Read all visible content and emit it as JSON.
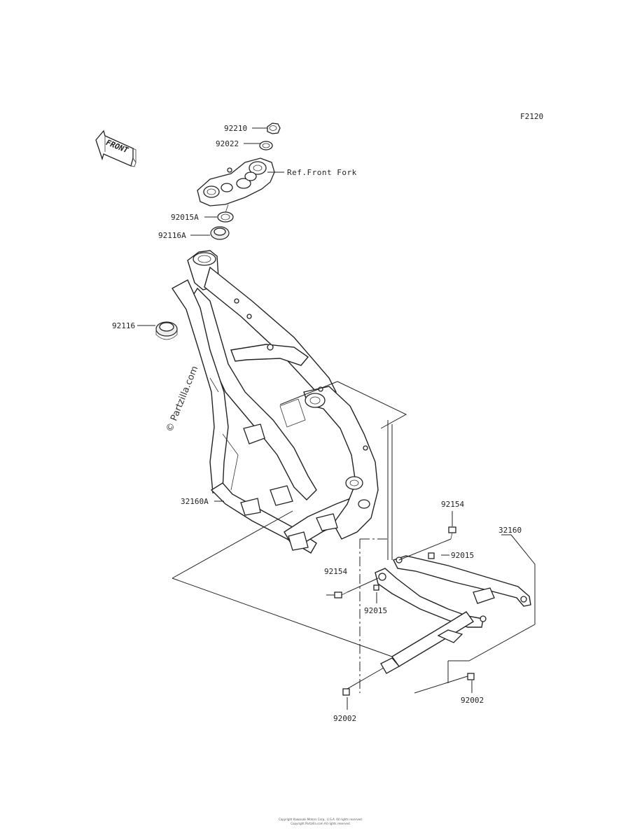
{
  "diagram_code": "F2120",
  "front_label": "FRONT",
  "watermark": "© Partzilla.com",
  "labels": {
    "p92210": "92210",
    "p92022": "92022",
    "ref_front_fork": "Ref.Front Fork",
    "p92015A": "92015A",
    "p92116A": "92116A",
    "p92116": "92116",
    "p32160A": "32160A",
    "p92154_top": "92154",
    "p32160": "32160",
    "p92015_right": "92015",
    "p92154_left": "92154",
    "p92015_left": "92015",
    "p92002_right": "92002",
    "p92002_left": "92002"
  },
  "footer": {
    "line1": "Copyright Kawasaki Motors Corp., U.S.A.  All rights reserved.",
    "line2": "Copyright Partzilla.com  All rights reserved."
  }
}
